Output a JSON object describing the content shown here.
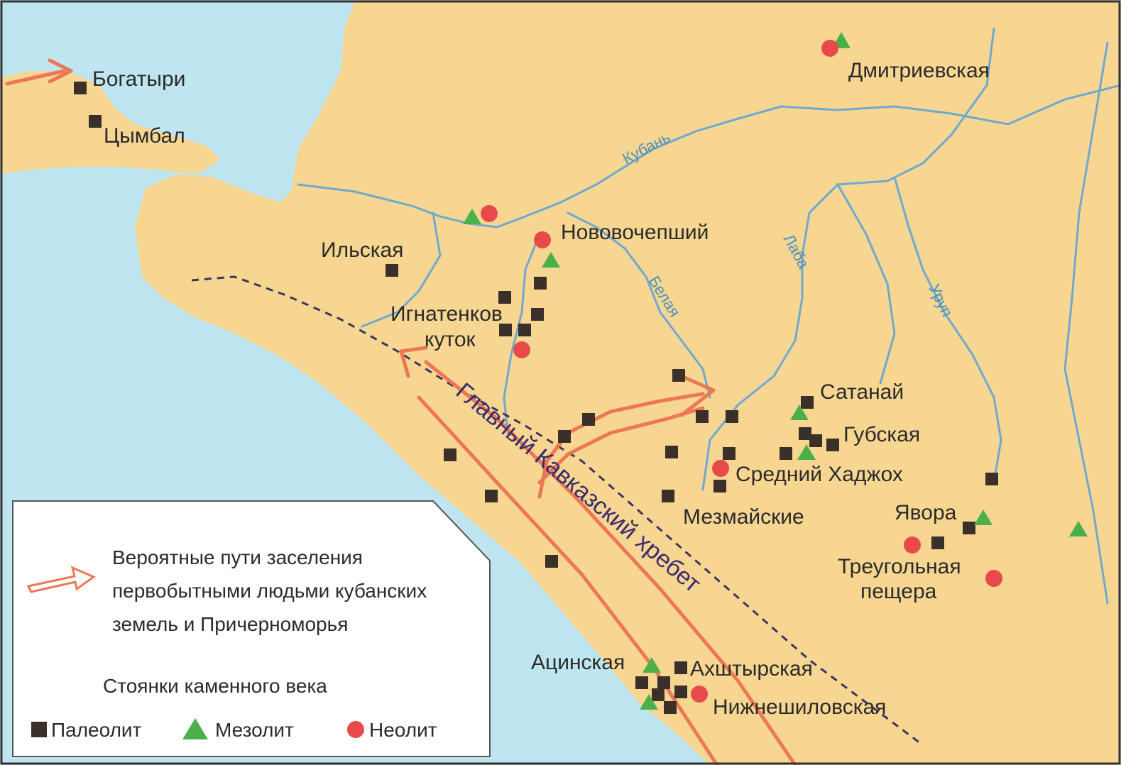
{
  "colors": {
    "sea": "#bfe6f0",
    "land": "#f7d692",
    "river": "#6fa9cf",
    "arrow": "#ec7755",
    "paleolith": "#3b2f2a",
    "mesolith": "#4cb04a",
    "neolith": "#e84a4c",
    "ridge": "#3d3560"
  },
  "places": [
    {
      "name": "Богатыри"
    },
    {
      "name": "Цымбал"
    },
    {
      "name": "Дмитриевская"
    },
    {
      "name": "Нововочепший"
    },
    {
      "name": "Ильская"
    },
    {
      "name": "Игнатенков"
    },
    {
      "name": "куток"
    },
    {
      "name": "Сатанай"
    },
    {
      "name": "Губская"
    },
    {
      "name": "Средний Хаджох"
    },
    {
      "name": "Мезмайские"
    },
    {
      "name": "Явора"
    },
    {
      "name": "Треугольная"
    },
    {
      "name": "пещера"
    },
    {
      "name": "Ацинская"
    },
    {
      "name": "Ахштырская"
    },
    {
      "name": "Нижнешиловская"
    }
  ],
  "rivers": [
    "Кубань",
    "Лаба",
    "Белая",
    "Уруп"
  ],
  "ridge_label": "Главный Кавказский хребет",
  "legend": {
    "routes_line1": "Вероятные пути заселения",
    "routes_line2": "первобытными людьми кубанских",
    "routes_line3": "земель и Причерноморья",
    "sites_title": "Стоянки каменного века",
    "paleolith": "Палеолит",
    "mesolith": "Мезолит",
    "neolith": "Неолит"
  }
}
